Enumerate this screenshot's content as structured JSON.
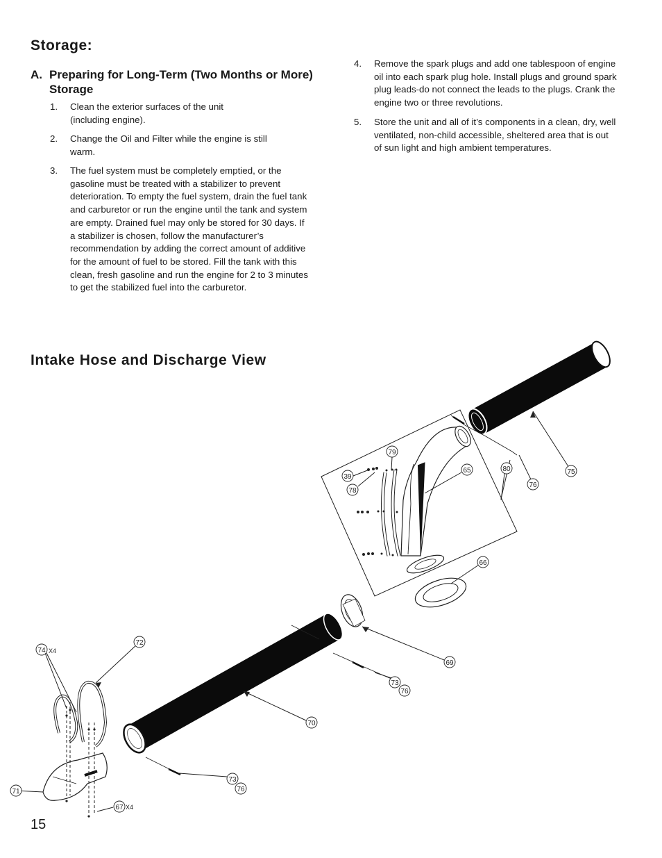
{
  "storage": {
    "title": "Storage:",
    "subheading_letter": "A.",
    "subheading_text": "Preparing for Long-Term (Two Months or More) Storage",
    "steps": [
      {
        "num": "1.",
        "text": "Clean the exterior surfaces of the unit (including engine)."
      },
      {
        "num": "2.",
        "text": "Change the Oil and Filter while the engine is still warm."
      },
      {
        "num": "3.",
        "text": "The fuel system must be completely emptied, or the gasoline must be treated with a stabilizer to prevent deterioration.  To empty the fuel system, drain the fuel tank and carburetor or run the engine until the tank and system are empty.  Drained fuel may only be stored for 30 days.  If a stabilizer is chosen, follow the manufacturer’s recommendation by adding the correct amount of additive for the amount of fuel to be stored.  Fill the tank with this clean, fresh gasoline and run the engine for 2 to 3 minutes to get the stabilized fuel into the carburetor."
      },
      {
        "num": "4.",
        "text": "Remove the spark plugs and add one tablespoon of engine oil into each spark plug hole.  Install plugs and ground spark plug leads-do not connect the leads to the plugs.  Crank the engine two or three revolutions."
      },
      {
        "num": "5.",
        "text": "Store the unit and all of it’s components in a clean, dry, well ventilated, non-child accessible, sheltered area that is out of sun light and high ambient temperatures."
      }
    ]
  },
  "intake": {
    "title": "Intake Hose and Discharge View",
    "callouts": {
      "c79": "79",
      "c39": "39",
      "c78": "78",
      "c65": "65",
      "c80": "80",
      "c76a": "76",
      "c75": "75",
      "c66": "66",
      "c69": "69",
      "c73a": "73",
      "c76b": "76",
      "c70": "70",
      "c72": "72",
      "c74": "74",
      "c74x": "X4",
      "c71": "71",
      "c67": "67",
      "c67x": "X4",
      "c73b": "73",
      "c76c": "76"
    }
  },
  "page": {
    "number": "15"
  }
}
